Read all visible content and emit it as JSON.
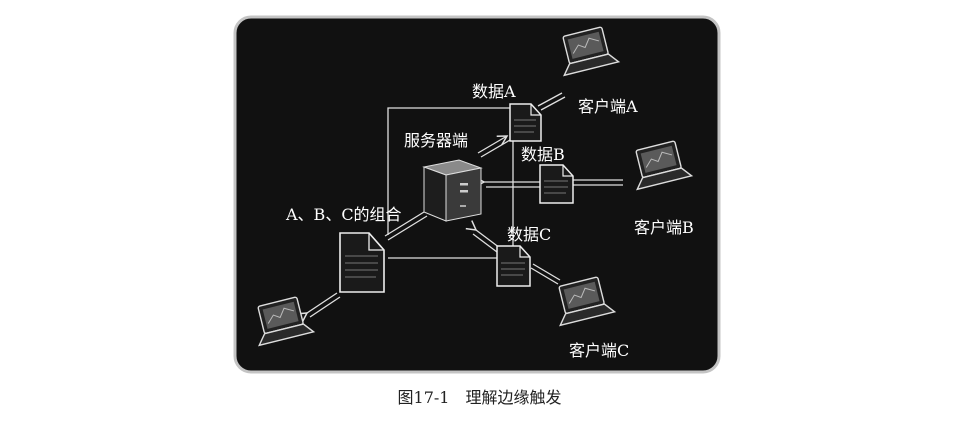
{
  "diagram": {
    "server_label": "服务器端",
    "client_a_label": "客户端A",
    "client_b_label": "客户端B",
    "client_c_label": "客户端C",
    "data_a_label": "数据A",
    "data_b_label": "数据B",
    "data_c_label": "数据C",
    "combined_label": "A、B、C的组合"
  },
  "caption": {
    "figure_number": "图17-1",
    "title": "理解边缘触发"
  },
  "colors": {
    "panel_background": "#111111",
    "panel_border": "#c4c4c4",
    "line": "#e0e0e0",
    "text": "#ffffff"
  }
}
